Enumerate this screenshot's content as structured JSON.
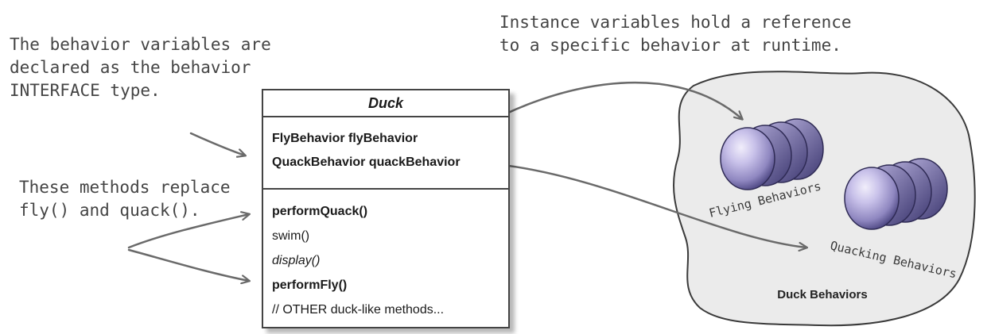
{
  "annotations": {
    "interface_note": "The behavior variables are\ndeclared as the behavior\nINTERFACE type.",
    "runtime_note": "Instance variables hold a reference\nto a specific behavior at runtime.",
    "replace_note": "These methods replace\nfly() and quack()."
  },
  "duck_class": {
    "name": "Duck",
    "fields": [
      "FlyBehavior flyBehavior",
      "QuackBehavior quackBehavior"
    ],
    "methods": [
      "performQuack()",
      "swim()",
      "display()",
      "performFly()",
      "// OTHER duck-like methods..."
    ]
  },
  "behaviors": {
    "cluster_label": "Duck Behaviors",
    "flying_label": "Flying Behaviors",
    "quacking_label": "Quacking Behaviors"
  },
  "colors": {
    "cluster_fill": "#ebebeb",
    "cluster_stroke": "#3a3a3a",
    "disc_light": "#d9d4ef",
    "disc_mid": "#8f87c0",
    "disc_dark": "#4a4480",
    "arrow": "#6a6a6a",
    "ink": "#444444"
  }
}
